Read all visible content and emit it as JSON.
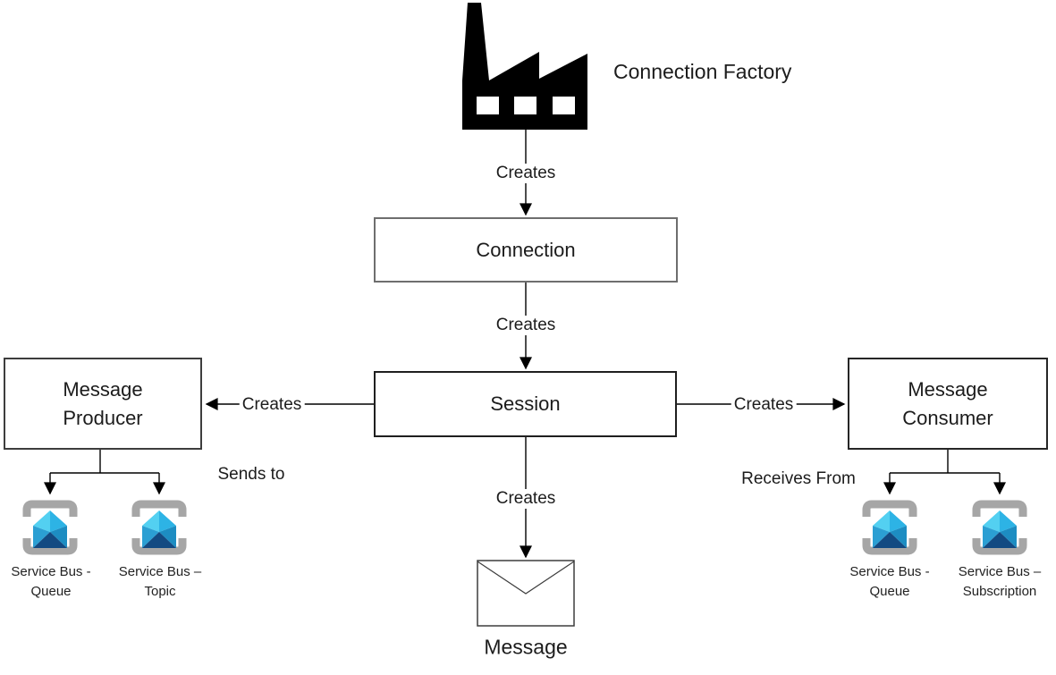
{
  "diagram": {
    "factory_label": "Connection Factory",
    "boxes": {
      "connection": "Connection",
      "session": "Session",
      "producer": "Message Producer",
      "consumer": "Message Consumer"
    },
    "labels": {
      "creates": "Creates",
      "sends_to": "Sends to",
      "receives_from": "Receives From",
      "message": "Message"
    },
    "service_bus_nodes": [
      {
        "line1": "Service Bus -",
        "line2": "Queue"
      },
      {
        "line1": "Service Bus –",
        "line2": "Topic"
      },
      {
        "line1": "Service Bus -",
        "line2": "Queue"
      },
      {
        "line1": "Service Bus –",
        "line2": "Subscription"
      }
    ],
    "colors": {
      "factory": "#000000",
      "connector": "#000000",
      "bracket": "#a6a6a6",
      "roof_left": "#53d0f1",
      "roof_right": "#2db3e5",
      "wall_left": "#2b9fd3",
      "wall_right": "#1d8dc2",
      "base": "#134a82",
      "envelope_stroke": "#3d3d3d"
    }
  }
}
